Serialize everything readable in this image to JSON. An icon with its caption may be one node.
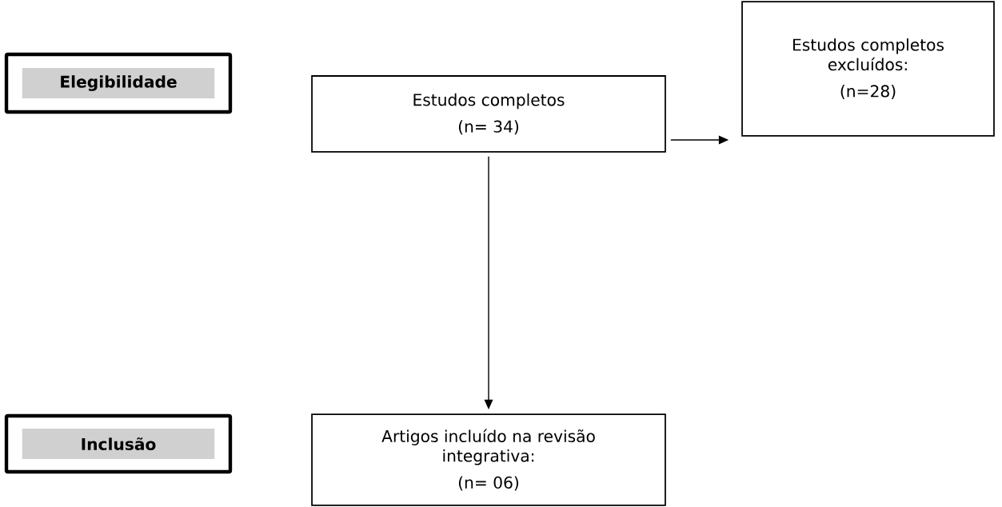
{
  "diagram": {
    "nodes": [
      {
        "text": [
          "Elegibilidade"
        ]
      },
      {
        "text": [
          "Estudos completos",
          "(n= 34)"
        ]
      },
      {
        "text": [
          "Estudos completos excluídos:",
          "(n=28)"
        ]
      },
      {
        "text": [
          "Inclusão"
        ]
      },
      {
        "text": [
          "Artigos incluído na revisão integrativa:",
          "(n= 06)"
        ]
      }
    ],
    "edges": [
      {
        "from": 1,
        "to": 2,
        "arrow": "to"
      },
      {
        "from": 1,
        "to": 4,
        "arrow": "to"
      }
    ]
  }
}
